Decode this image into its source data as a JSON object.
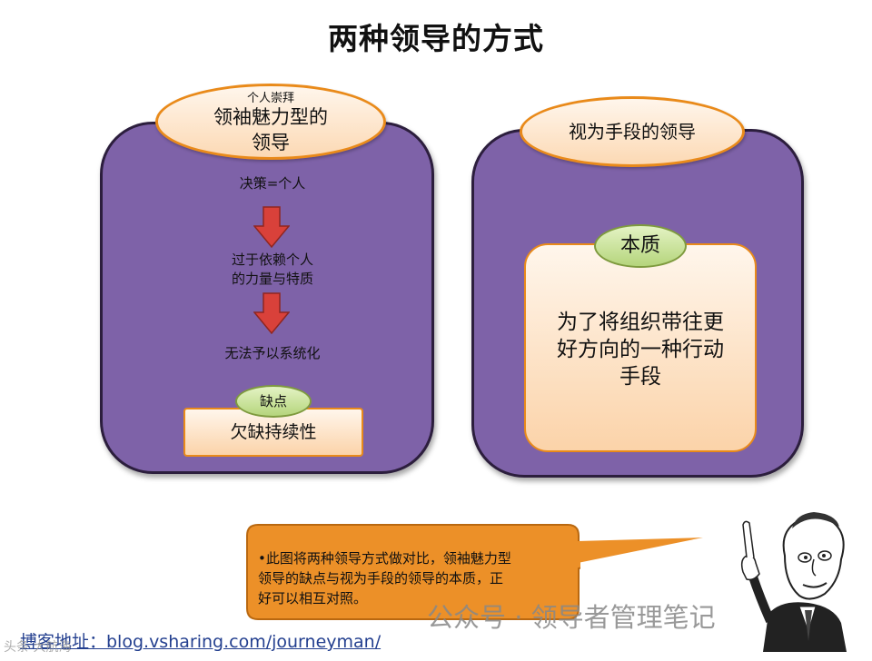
{
  "title": "两种领导的方式",
  "left_panel": {
    "header_small": "个人崇拜",
    "header_line1": "领袖魅力型的",
    "header_line2": "领导",
    "step1": "决策=个人",
    "step2_line1": "过于依赖个人",
    "step2_line2": "的力量与特质",
    "step3": "无法予以系统化",
    "defect_label": "缺点",
    "defect_value": "欠缺持续性"
  },
  "right_panel": {
    "header": "视为手段的领导",
    "essence_label": "本质",
    "essence_line1": "为了将组织带往更",
    "essence_line2": "好方向的一种行动",
    "essence_line3": "手段"
  },
  "callout": {
    "line1": "•此图将两种领导方式做对比，领袖魅力型",
    "line2": "领导的缺点与视为手段的领导的本质，正",
    "line3": "好可以相互对照。"
  },
  "footer": {
    "blog": "博客地址：blog.vsharing.com/journeyman/",
    "watermark": "公众号 · 领导者管理笔记",
    "watermark_sub": "头条 大航海"
  },
  "colors": {
    "panel_purple": "#7e62a8",
    "orange_border": "#e98a1a",
    "arrow_red": "#d9413a",
    "callout_orange": "#ec9028",
    "green_pill": "#b5d57c"
  }
}
